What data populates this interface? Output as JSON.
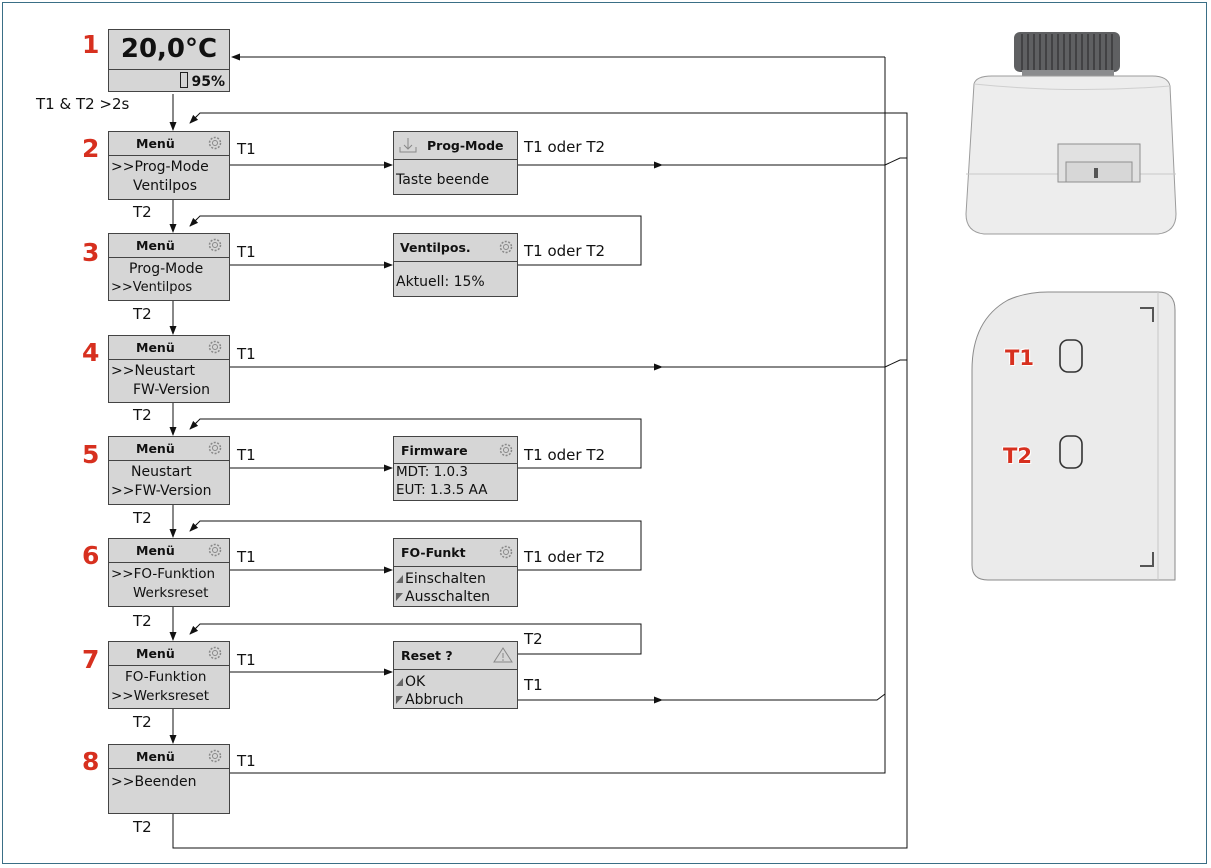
{
  "start_screen": {
    "temperature": "20,0°C",
    "battery": "95%"
  },
  "entry_condition": "T1 & T2 >2s",
  "step_numbers": [
    "1",
    "2",
    "3",
    "4",
    "5",
    "6",
    "7",
    "8"
  ],
  "menus": [
    {
      "title": "Menü",
      "line1": ">>Prog-Mode",
      "line2": "Ventilpos"
    },
    {
      "title": "Menü",
      "line1": "Prog-Mode",
      "line2": ">>Ventilpos"
    },
    {
      "title": "Menü",
      "line1": ">>Neustart",
      "line2": "FW-Version"
    },
    {
      "title": "Menü",
      "line1": "Neustart",
      "line2": ">>FW-Version"
    },
    {
      "title": "Menü",
      "line1": ">>FO-Funktion",
      "line2": "Werksreset"
    },
    {
      "title": "Menü",
      "line1": "FO-Funktion",
      "line2": ">>Werksreset"
    },
    {
      "title": "Menü",
      "line1": ">>Beenden",
      "line2": ""
    }
  ],
  "subscreens": {
    "prog_mode": {
      "title": "Prog-Mode",
      "line1": "Taste beende"
    },
    "ventilpos": {
      "title": "Ventilpos.",
      "line1": "Aktuell: 15%"
    },
    "firmware": {
      "title": "Firmware",
      "line1": "MDT: 1.0.3",
      "line2": "EUT: 1.3.5 AA"
    },
    "fo_funkt": {
      "title": "FO-Funkt",
      "line1": "Einschalten",
      "line2": "Ausschalten"
    },
    "reset": {
      "title": "Reset ?",
      "line1": "OK",
      "line2": "Abbruch"
    }
  },
  "key_labels": {
    "t1": "T1",
    "t2": "T2",
    "t1_or_t2": "T1 oder T2"
  },
  "device_buttons": {
    "top": "T1",
    "bottom": "T2"
  },
  "colors": {
    "accent_red": "#d7301f",
    "screen_gray": "#d6d6d6",
    "frame_blue": "#3a6f86"
  }
}
